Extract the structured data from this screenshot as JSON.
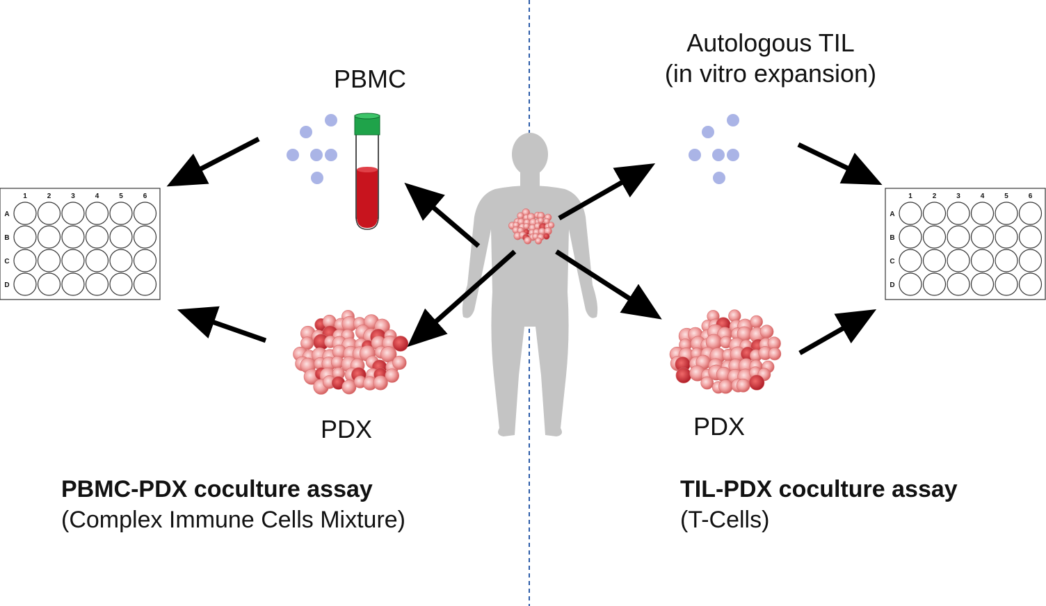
{
  "labels": {
    "pbmc": "PBMC",
    "til_line1": "Autologous TIL",
    "til_line2": "(in vitro expansion)",
    "pdx_left": "PDX",
    "pdx_right": "PDX"
  },
  "assays": {
    "left_title": "PBMC-PDX coculture assay",
    "left_subtitle": "(Complex Immune Cells Mixture)",
    "right_title": "TIL-PDX coculture assay",
    "right_subtitle": "(T-Cells)"
  },
  "plate": {
    "columns": [
      "1",
      "2",
      "3",
      "4",
      "5",
      "6"
    ],
    "rows": [
      "A",
      "B",
      "C",
      "D"
    ]
  },
  "colors": {
    "arrow": "#000000",
    "divider": "#2a5aa8",
    "cell_dot": "#aab4e6",
    "tube_cap": "#1fa34a",
    "blood": "#c8141e",
    "silhouette": "#c4c4c4",
    "tumor": "#e87a7a",
    "tumor_dark": "#c8323a"
  }
}
